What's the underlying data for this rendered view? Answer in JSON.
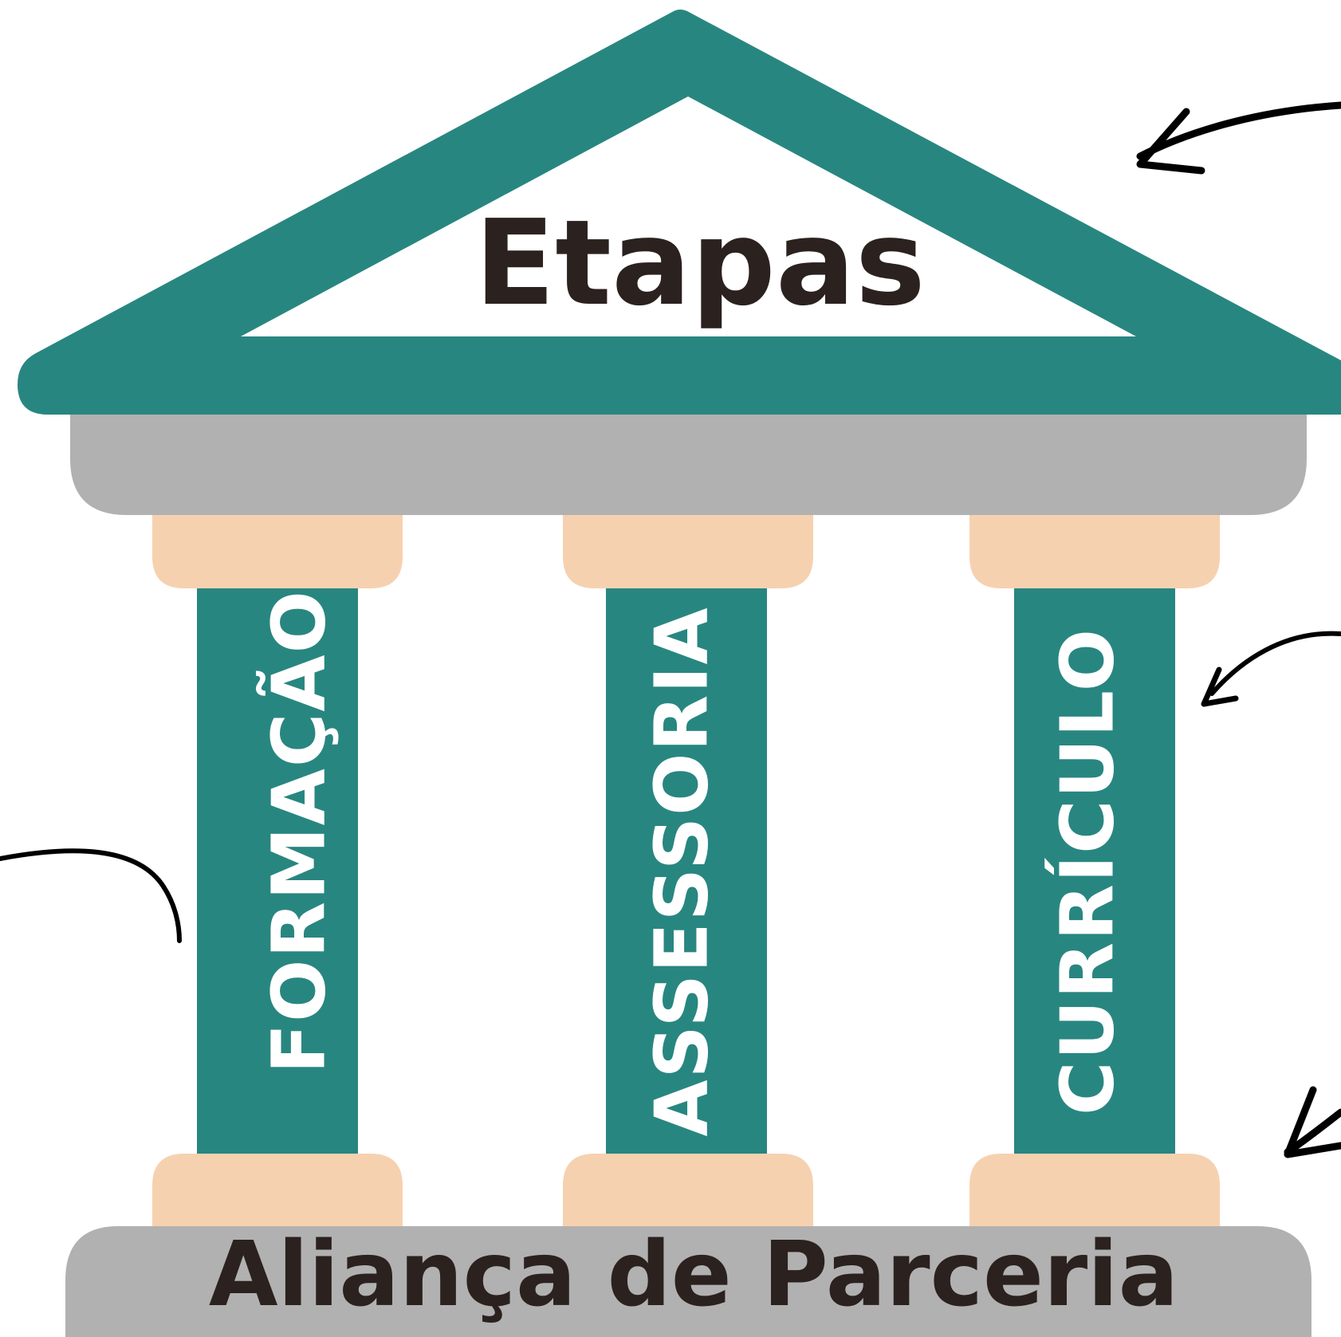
{
  "roof": {
    "title": "Etapas"
  },
  "pillars": [
    {
      "label": "FORMAÇÃO"
    },
    {
      "label": "ASSESSORIA"
    },
    {
      "label": "CURRÍCULO"
    }
  ],
  "base": {
    "title": "Aliança de Parceria"
  },
  "colors": {
    "teal": "#288680",
    "gray": "#b1b1b1",
    "peach": "#f6d1b0",
    "text_dark": "#2b211f",
    "text_light": "#ffffff"
  }
}
